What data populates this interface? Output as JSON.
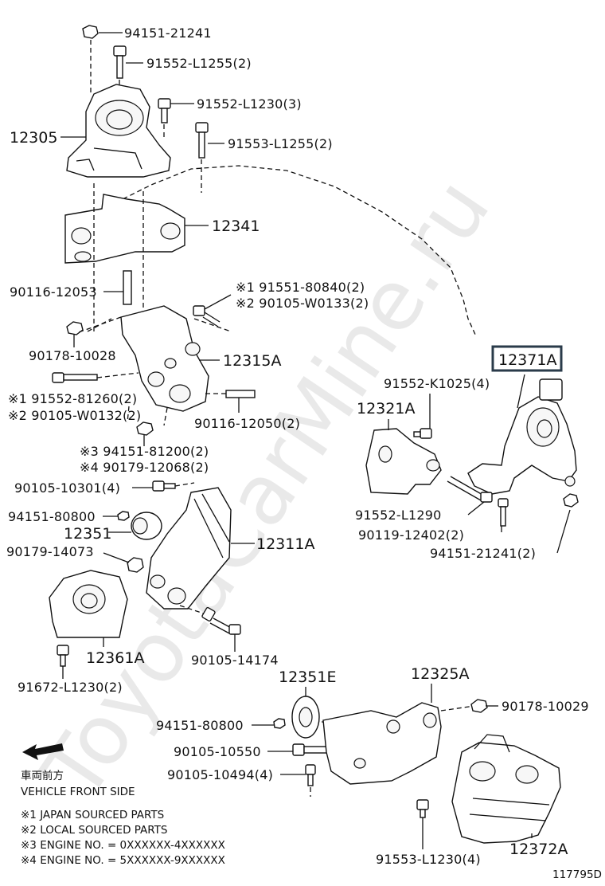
{
  "watermark": "ToyotaCarMine.ru",
  "diagram_id": "117795D",
  "direction": {
    "jp": "車両前方",
    "en": "VEHICLE FRONT SIDE"
  },
  "notes": [
    "※1 JAPAN SOURCED PARTS",
    "※2 LOCAL SOURCED PARTS",
    "※3 ENGINE NO. = 0XXXXXX-4XXXXXX",
    "※4 ENGINE NO. = 5XXXXXX-9XXXXXX"
  ],
  "labels": {
    "p9415121241": "94151-21241",
    "p91552L1255": "91552-L1255(2)",
    "p91552L1230": "91552-L1230(3)",
    "p91553L1255": "91553-L1255(2)",
    "p12305": "12305",
    "p12341": "12341",
    "p9011612053": "90116-12053",
    "p9155180840": "※1 91551-80840(2)",
    "p90105W0133": "※2 90105-W0133(2)",
    "p9017810028": "90178-10028",
    "p12315A": "12315A",
    "p9155281260": "※1 91552-81260(2)",
    "p90105W0132": "※2 90105-W0132(2)",
    "p9011612050": "90116-12050(2)",
    "p9415181200": "※3 94151-81200(2)",
    "p9017912068": "※4 90179-12068(2)",
    "p9010510301": "90105-10301(4)",
    "p9415180800a": "94151-80800",
    "p12351": "12351",
    "p9017914073": "90179-14073",
    "p12311A": "12311A",
    "p12361A": "12361A",
    "p9010514174": "90105-14174",
    "p91672L1230": "91672-L1230(2)",
    "p12371A": "12371A",
    "p91552K1025": "91552-K1025(4)",
    "p12321A": "12321A",
    "p91552L1290": "91552-L1290",
    "p9011912402": "90119-12402(2)",
    "p9415121241b": "94151-21241(2)",
    "p12351E": "12351E",
    "p12325A": "12325A",
    "p9415180800b": "94151-80800",
    "p9017810029": "90178-10029",
    "p9010510550": "90105-10550",
    "p9010510494": "90105-10494(4)",
    "p91553L1230": "91553-L1230(4)",
    "p12372A": "12372A"
  }
}
